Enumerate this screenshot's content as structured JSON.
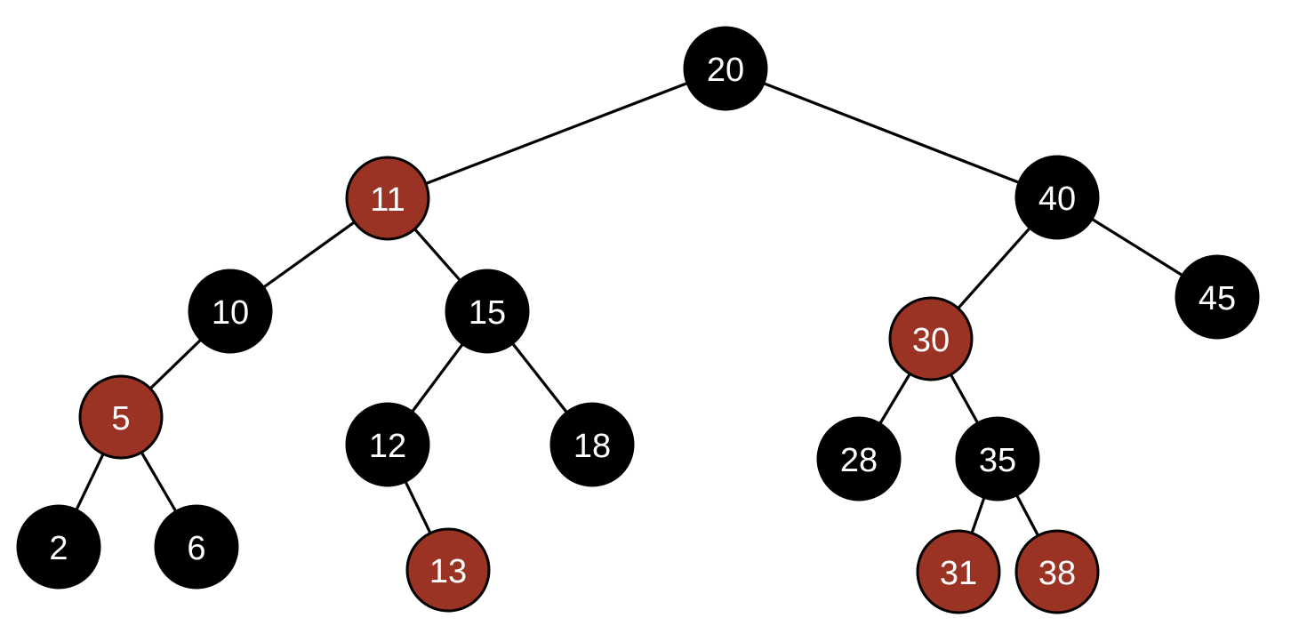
{
  "colors": {
    "black": "#000000",
    "red": "#9b3324",
    "label": "#ffffff"
  },
  "nodes": [
    {
      "id": "n20",
      "label": "20",
      "color": "black"
    },
    {
      "id": "n11",
      "label": "11",
      "color": "red"
    },
    {
      "id": "n40",
      "label": "40",
      "color": "black"
    },
    {
      "id": "n10",
      "label": "10",
      "color": "black"
    },
    {
      "id": "n15",
      "label": "15",
      "color": "black"
    },
    {
      "id": "n30",
      "label": "30",
      "color": "red"
    },
    {
      "id": "n45",
      "label": "45",
      "color": "black"
    },
    {
      "id": "n5",
      "label": "5",
      "color": "red"
    },
    {
      "id": "n12",
      "label": "12",
      "color": "black"
    },
    {
      "id": "n18",
      "label": "18",
      "color": "black"
    },
    {
      "id": "n28",
      "label": "28",
      "color": "black"
    },
    {
      "id": "n35",
      "label": "35",
      "color": "black"
    },
    {
      "id": "n2",
      "label": "2",
      "color": "black"
    },
    {
      "id": "n6",
      "label": "6",
      "color": "black"
    },
    {
      "id": "n13",
      "label": "13",
      "color": "red"
    },
    {
      "id": "n31",
      "label": "31",
      "color": "red"
    },
    {
      "id": "n38",
      "label": "38",
      "color": "red"
    }
  ],
  "edges": [
    {
      "from": "n20",
      "to": "n11"
    },
    {
      "from": "n20",
      "to": "n40"
    },
    {
      "from": "n11",
      "to": "n10"
    },
    {
      "from": "n11",
      "to": "n15"
    },
    {
      "from": "n10",
      "to": "n5"
    },
    {
      "from": "n5",
      "to": "n2"
    },
    {
      "from": "n5",
      "to": "n6"
    },
    {
      "from": "n15",
      "to": "n12"
    },
    {
      "from": "n15",
      "to": "n18"
    },
    {
      "from": "n12",
      "to": "n13"
    },
    {
      "from": "n40",
      "to": "n30"
    },
    {
      "from": "n40",
      "to": "n45"
    },
    {
      "from": "n30",
      "to": "n28"
    },
    {
      "from": "n30",
      "to": "n35"
    },
    {
      "from": "n35",
      "to": "n31"
    },
    {
      "from": "n35",
      "to": "n38"
    }
  ]
}
